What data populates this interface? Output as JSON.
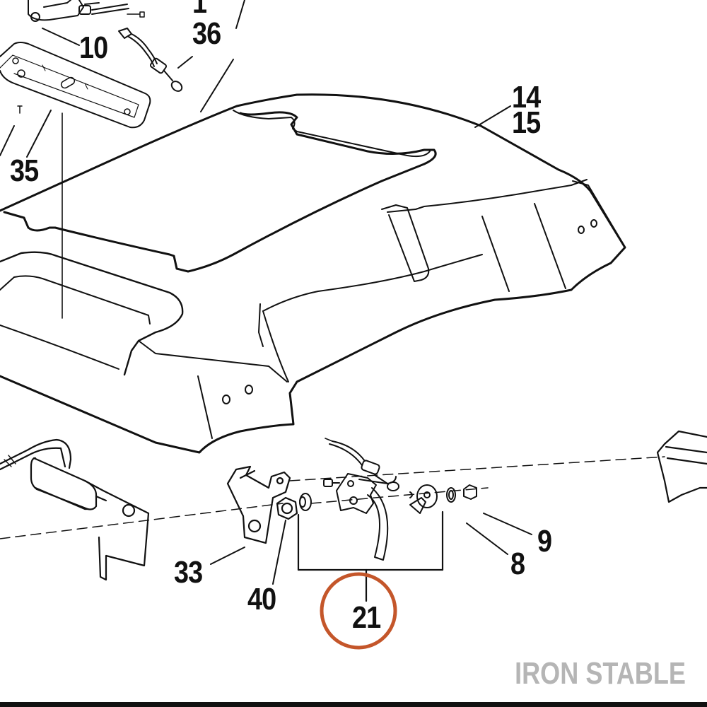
{
  "diagram": {
    "callouts": {
      "c1": "1",
      "c10": "10",
      "c36": "36",
      "c35": "35",
      "c14": "14",
      "c15": "15",
      "c33": "33",
      "c40": "40",
      "c21": "21",
      "c9": "9",
      "c8": "8"
    },
    "highlight_color": "#c4562a",
    "line_color": "#111111"
  },
  "watermark": "IRON STABLE"
}
